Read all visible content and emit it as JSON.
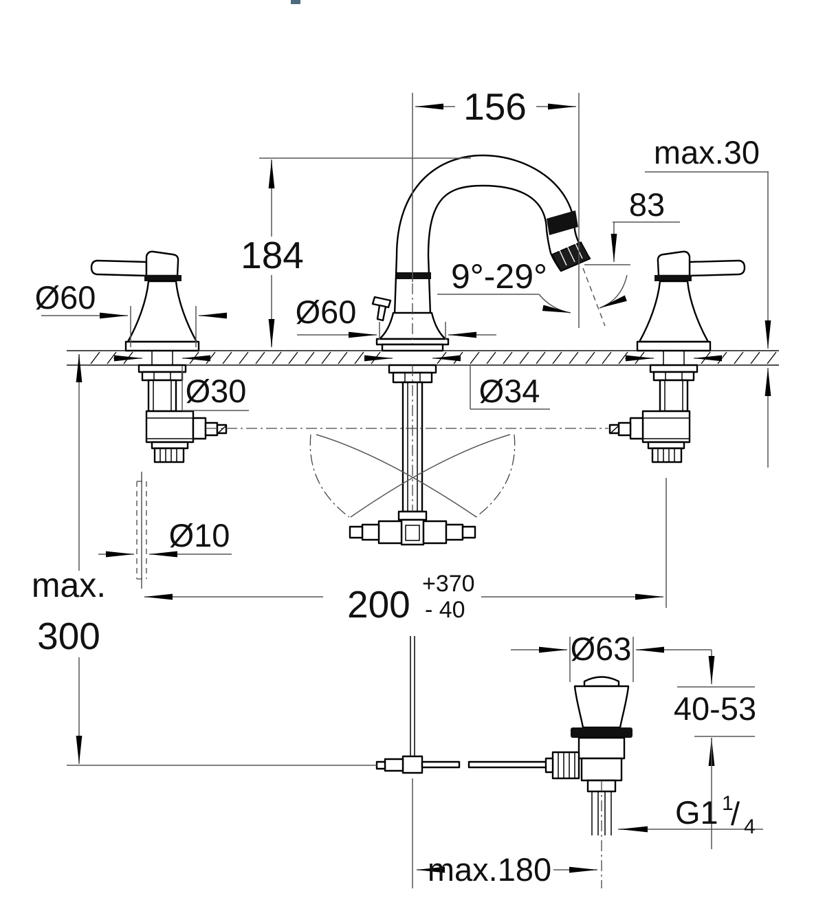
{
  "colors": {
    "artifact": "#4c6b7d",
    "line": "#000000",
    "dim_line": "#555555",
    "text": "#111111"
  },
  "drawing": {
    "type": "faucet-installation-dimension-drawing",
    "dims": {
      "reach": "156",
      "height": "184",
      "deck_thickness": "max.30",
      "outlet_height": "83",
      "angle": "9°-29°",
      "handle_dia": "Ø60",
      "escutcheon_dia": "Ø60",
      "handle_hole": "Ø30",
      "spout_hole": "Ø34",
      "rod_dia": "Ø10",
      "depth_l1": "max.",
      "depth_l2": "300",
      "centers": "200",
      "centers_plus": "+370",
      "centers_minus": "- 40",
      "flange_dia": "Ø63",
      "clamp_range": "40-53",
      "thread_base": "G1",
      "thread_num": "1",
      "thread_slash": "/",
      "thread_den": "4",
      "rod_reach": "max.180"
    }
  }
}
